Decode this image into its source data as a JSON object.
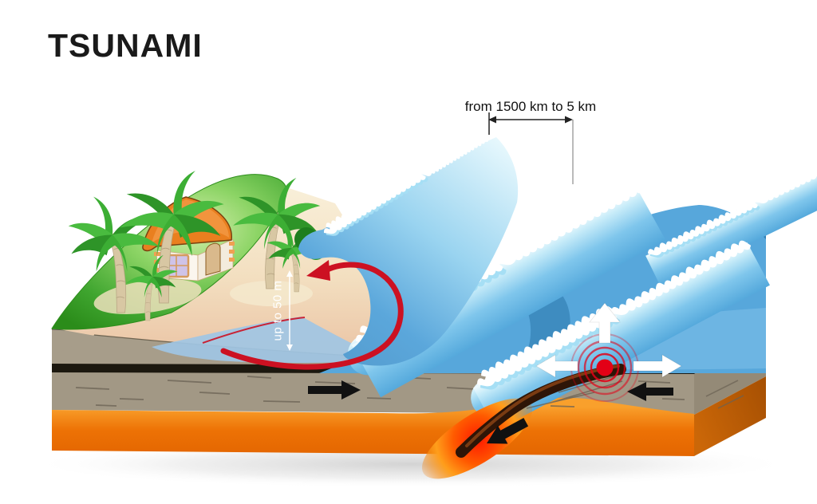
{
  "title": "TSUNAMI",
  "labels": {
    "wavelength": "from 1500 km to 5 km",
    "wave_height": "up to 50 m"
  },
  "palette": {
    "background": "#FFFFFF",
    "ocean_blue": "#57A7DB",
    "wave_face_light": "#D9F3FB",
    "wave_trough_blue": "#3E8CC0",
    "foam_white": "#FFFFFF",
    "shallow_water": "#9FC6E4",
    "beach_sand": "#F5E6CB",
    "beach_front_pink": "#EBC3A6",
    "grass_green": "#3FA52F",
    "rock_gray": "#A79D8A",
    "oceanic_crust_black": "#1C180F",
    "mantle_orange": "#ED7607",
    "lava_red": "#FF1E00",
    "epicenter_red": "#E30016",
    "rotation_arrow_red": "#CC1122",
    "house_roof_orange": "#E97F1F",
    "palm_green": "#3CAE34",
    "annotation_black": "#222222",
    "annotation_white": "#FFFFFF"
  },
  "icons": {
    "uplift_arrow": "arrow-up-icon",
    "spread_left_arrow": "arrow-left-icon",
    "spread_right_arrow": "arrow-right-icon",
    "plate_push_arrow": "arrow-right-icon",
    "plate_converge_arrow": "arrow-left-icon",
    "subduction_arrow": "arrow-down-left-icon",
    "wave_rotation_arrow": "curved-arrow-left-icon",
    "epicenter": "epicenter-rings-icon"
  }
}
